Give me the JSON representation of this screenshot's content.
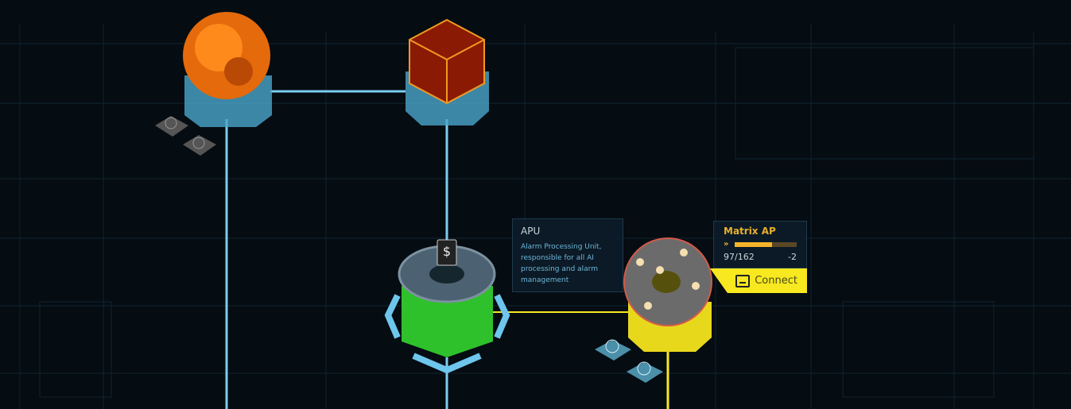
{
  "apu_tooltip": {
    "title": "APU",
    "description": "Alarm Processing Unit, responsible for all AI processing and alarm management"
  },
  "matrix_ap": {
    "title": "Matrix AP",
    "current": 97,
    "max": 162,
    "display": "97/162",
    "delta": "-2",
    "arrows_icon": "»",
    "progress_fraction": 0.599
  },
  "connect_button": {
    "label": "Connect"
  },
  "colors": {
    "link_blue": "#7ccdf0",
    "link_yellow": "#f7e81f",
    "accent_orange": "#e8b02c"
  },
  "nodes": [
    {
      "icon": "orange-voxel-cluster-node"
    },
    {
      "icon": "red-cube-node"
    },
    {
      "icon": "apu-green-ring-node"
    },
    {
      "icon": "yellow-geodesic-ring-node"
    }
  ]
}
